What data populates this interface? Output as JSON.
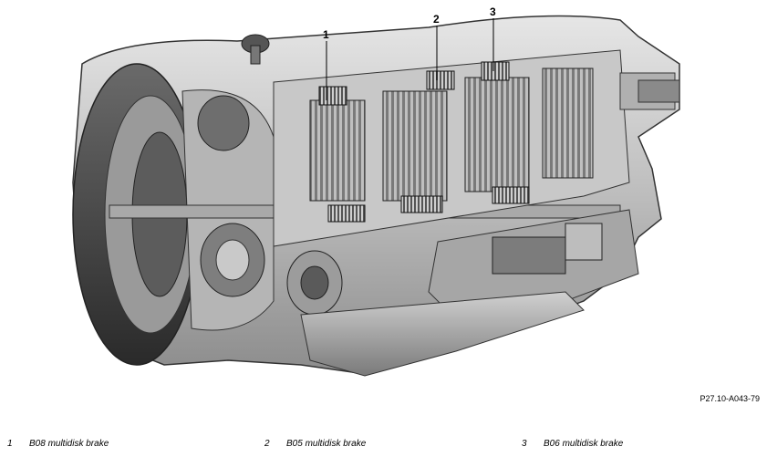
{
  "callouts": [
    {
      "num": "1",
      "label": "B08 multidisk brake"
    },
    {
      "num": "2",
      "label": "B05 multidisk brake"
    },
    {
      "num": "3",
      "label": "B06 multidisk brake"
    }
  ],
  "reference_code": "P27.10-A043-79",
  "colors": {
    "housing_dark": "#3a3a3a",
    "housing_mid": "#8a8a8a",
    "housing_light": "#d9d9d9",
    "background": "#ffffff"
  }
}
